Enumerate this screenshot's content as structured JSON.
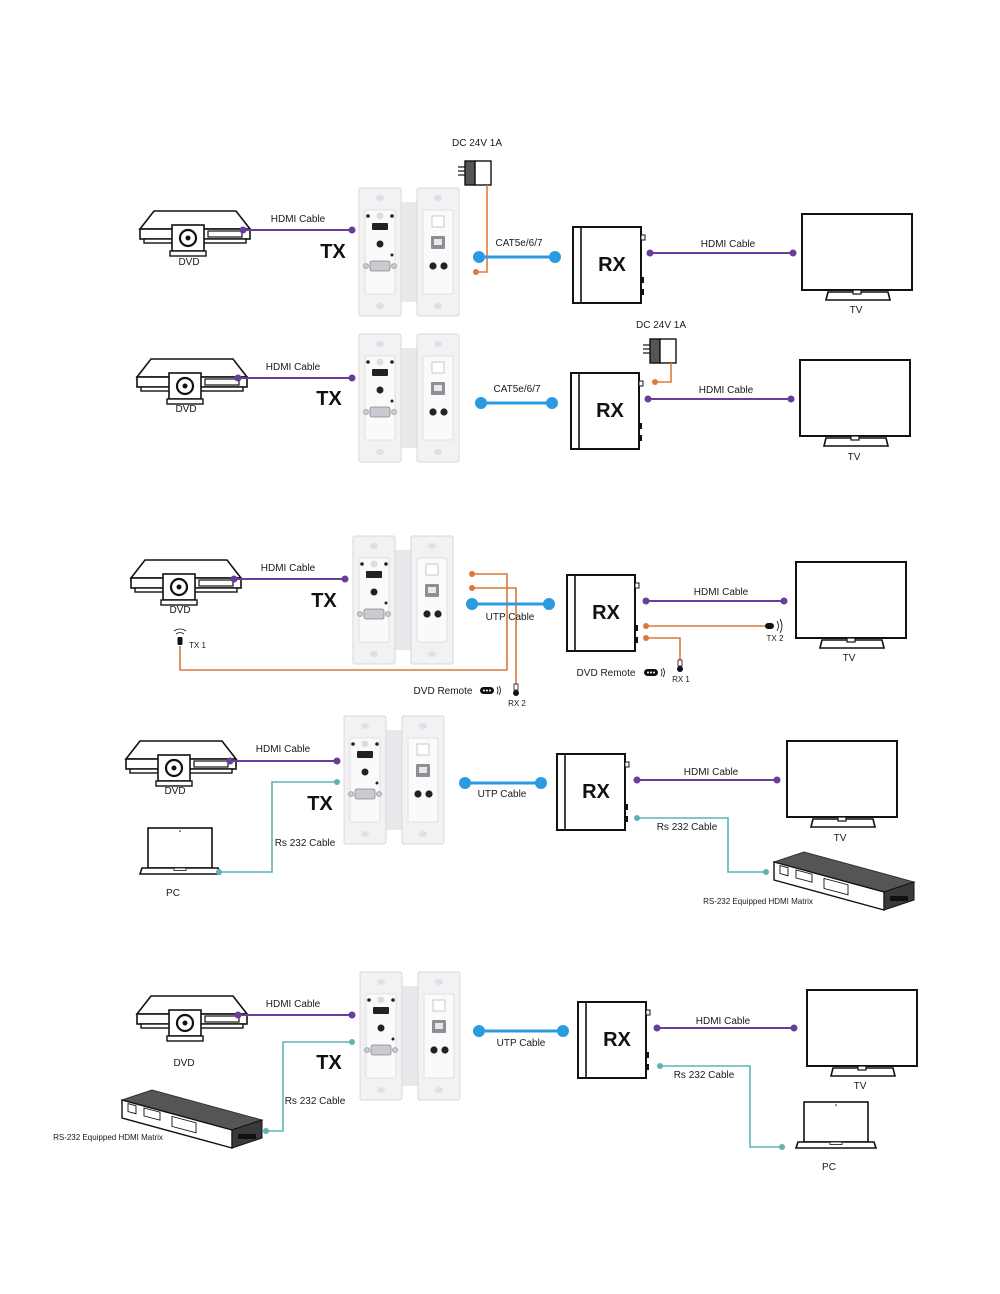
{
  "colors": {
    "hdmi": "#6a3d9a",
    "utp": "#2b9be0",
    "power": "#e07b39",
    "ir": "#d9783a",
    "rs232": "#5fb3b3"
  },
  "labels": {
    "dvd": "DVD",
    "tv": "TV",
    "pc": "PC",
    "tx": "TX",
    "rx": "RX",
    "hdmi_cable": "HDMI Cable",
    "cat5": "CAT5e/6/7",
    "utp_cable": "UTP Cable",
    "rs232_cable": "Rs 232 Cable",
    "dc_power": "DC 24V 1A",
    "dvd_remote": "DVD Remote",
    "tx1": "TX 1",
    "tx2": "TX 2",
    "rx1": "RX 1",
    "rx2": "RX 2",
    "hdmi_matrix": "RS-232 Equipped HDMI Matrix"
  },
  "scenarios": [
    {
      "id": 1,
      "description": "DVD to TX via HDMI, TX powered by DC 24V 1A, CAT5e/6/7 to RX, RX to TV via HDMI"
    },
    {
      "id": 2,
      "description": "DVD to TX via HDMI, CAT5e/6/7 to RX, RX powered by DC 24V 1A, RX to TV via HDMI"
    },
    {
      "id": 3,
      "description": "DVD to TX via HDMI, UTP cable to RX, RX to TV via HDMI, bidirectional IR (TX 1/RX 1, TX 2/RX 2) with DVD Remote"
    },
    {
      "id": 4,
      "description": "DVD to TX via HDMI, PC to TX via Rs 232 Cable, UTP cable to RX, RX to TV via HDMI, RX to RS-232 Equipped HDMI Matrix via Rs 232 Cable"
    },
    {
      "id": 5,
      "description": "DVD to TX via HDMI, RS-232 Equipped HDMI Matrix to TX via Rs 232 Cable, UTP cable to RX, RX to TV via HDMI, RX to PC via Rs 232 Cable"
    }
  ]
}
